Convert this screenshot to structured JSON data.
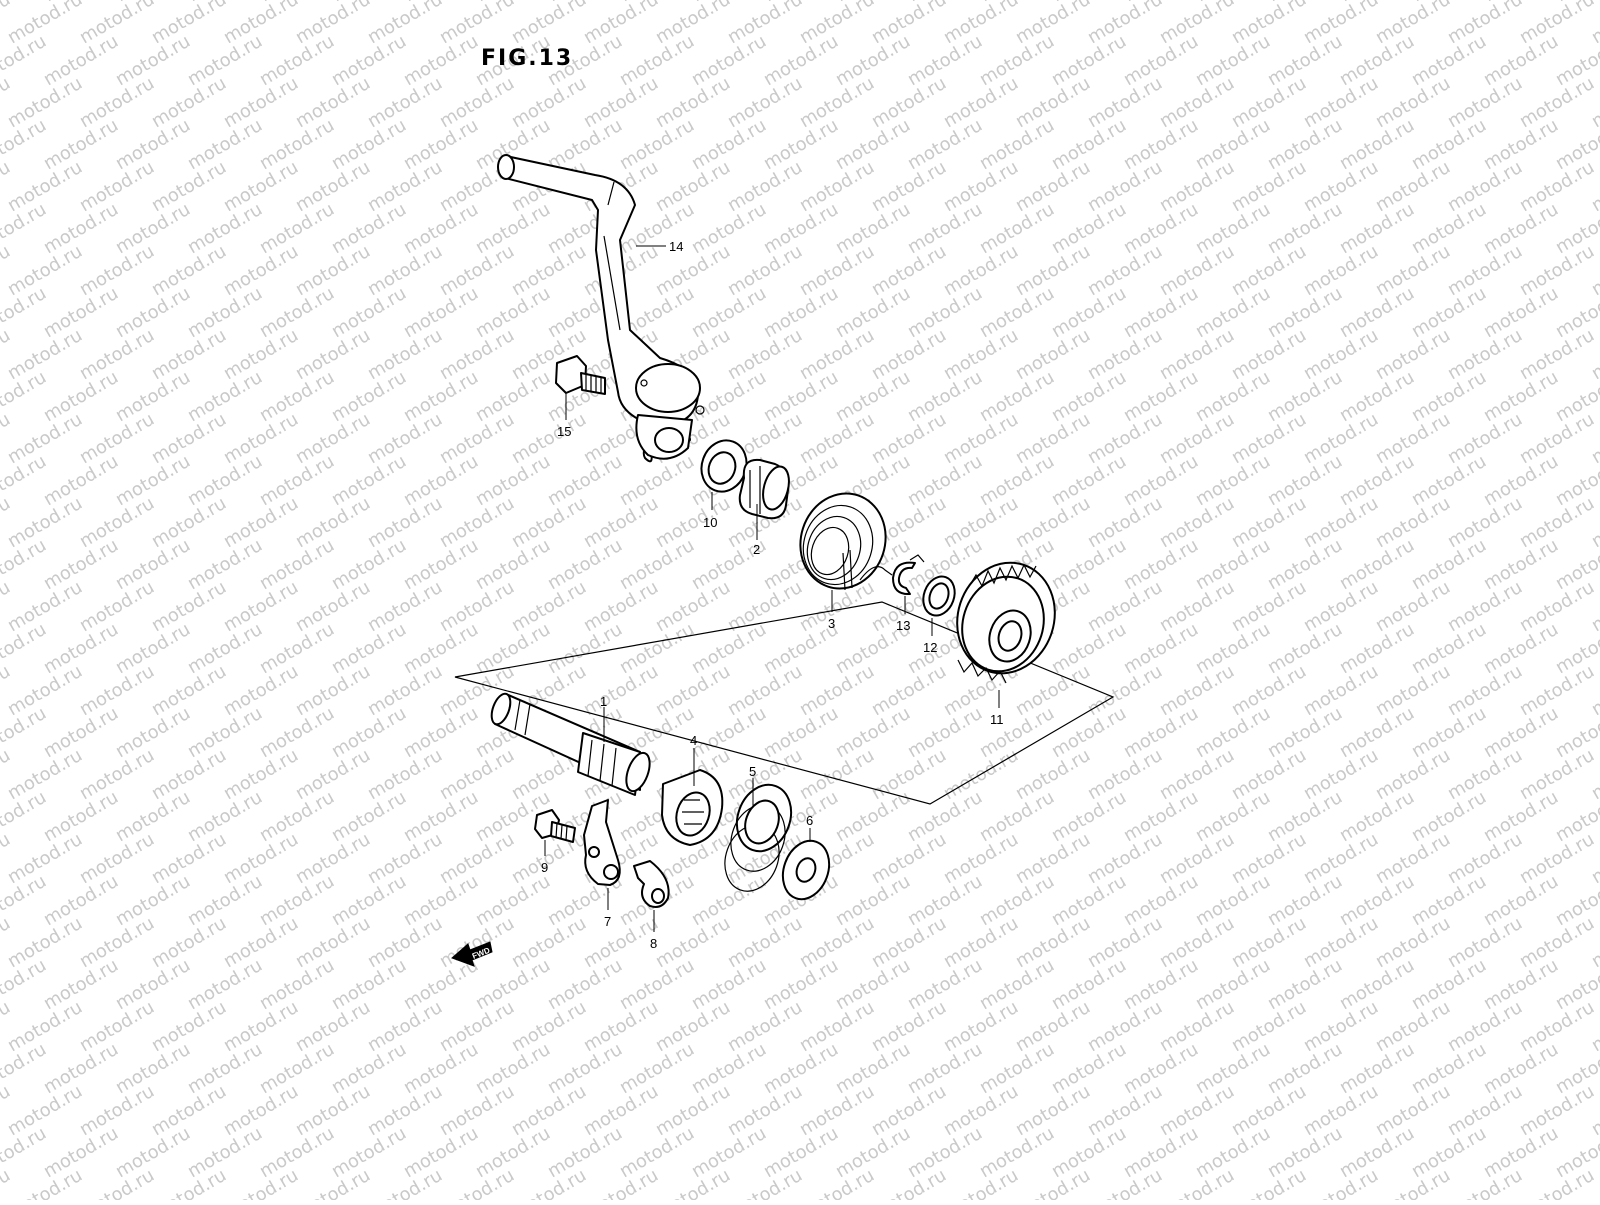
{
  "figure": {
    "title": "FIG.13"
  },
  "watermark": {
    "text": "motod.ru"
  },
  "direction_marker": {
    "label": "FWD"
  },
  "callouts": [
    {
      "id": "c1",
      "number": "1"
    },
    {
      "id": "c2",
      "number": "2"
    },
    {
      "id": "c3",
      "number": "3"
    },
    {
      "id": "c4",
      "number": "4"
    },
    {
      "id": "c5",
      "number": "5"
    },
    {
      "id": "c6",
      "number": "6"
    },
    {
      "id": "c7",
      "number": "7"
    },
    {
      "id": "c8",
      "number": "8"
    },
    {
      "id": "c9",
      "number": "9"
    },
    {
      "id": "c10",
      "number": "10"
    },
    {
      "id": "c11",
      "number": "11"
    },
    {
      "id": "c12",
      "number": "12"
    },
    {
      "id": "c13",
      "number": "13"
    },
    {
      "id": "c14",
      "number": "14"
    },
    {
      "id": "c15",
      "number": "15"
    }
  ]
}
